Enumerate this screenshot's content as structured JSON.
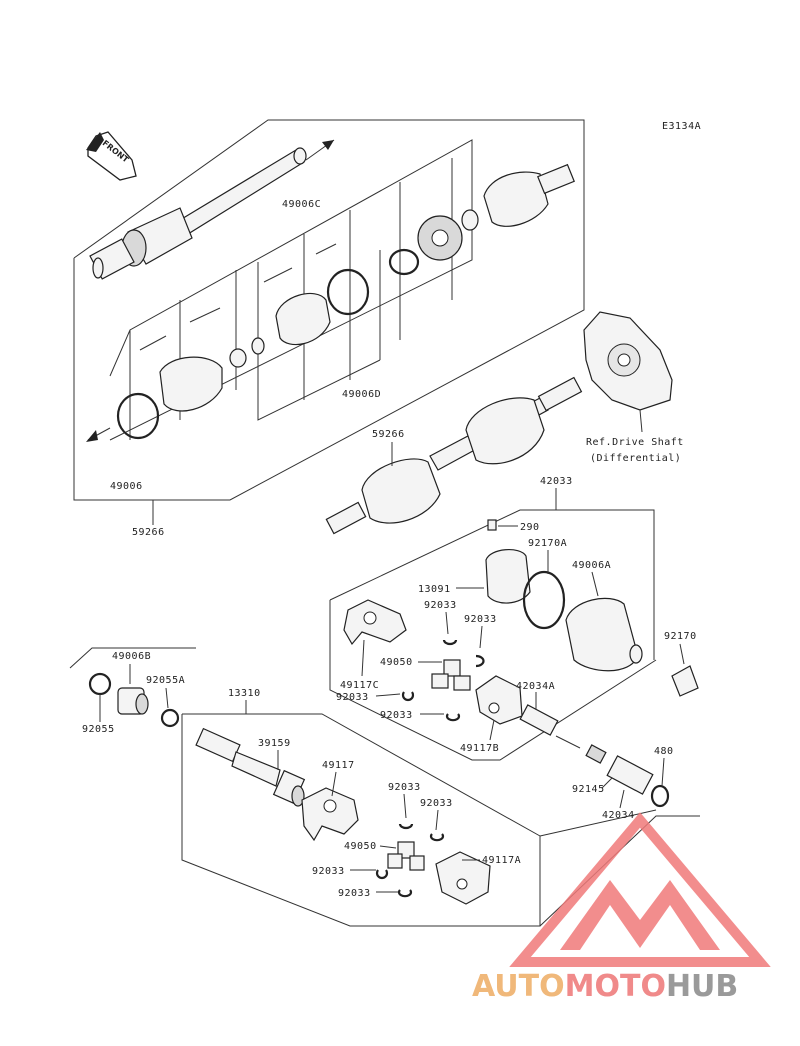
{
  "diagram_code": "E3134A",
  "front_label": "FRONT",
  "reference": {
    "line1": "Ref.Drive Shaft",
    "line2": "(Differential)"
  },
  "labels": {
    "l49006C": "49006C",
    "l49006D": "49006D",
    "l49006": "49006",
    "l59266a": "59266",
    "l59266b": "59266",
    "l42033": "42033",
    "l290": "290",
    "l92170A": "92170A",
    "l13091": "13091",
    "l49006A": "49006A",
    "l92033a": "92033",
    "l92033b": "92033",
    "l49117C": "49117C",
    "l49050a": "49050",
    "l92170": "92170",
    "l42034A": "42034A",
    "l92033c": "92033",
    "l92033d": "92033",
    "l49117B": "49117B",
    "l49006B": "49006B",
    "l92055A": "92055A",
    "l92055": "92055",
    "l13310": "13310",
    "l39159": "39159",
    "l49117": "49117",
    "l480": "480",
    "l92145": "92145",
    "l42034": "42034",
    "l92033e": "92033",
    "l92033f": "92033",
    "l49050b": "49050",
    "l49117A": "49117A",
    "l92033g": "92033",
    "l92033h": "92033"
  },
  "watermark": {
    "part1": "AUTO",
    "part2": "MOTO",
    "part3": "HUB",
    "color1": "#f0b87a",
    "color2": "#f08a8a",
    "color3": "#9a9a9a",
    "logo_color": "#f07a7a"
  }
}
